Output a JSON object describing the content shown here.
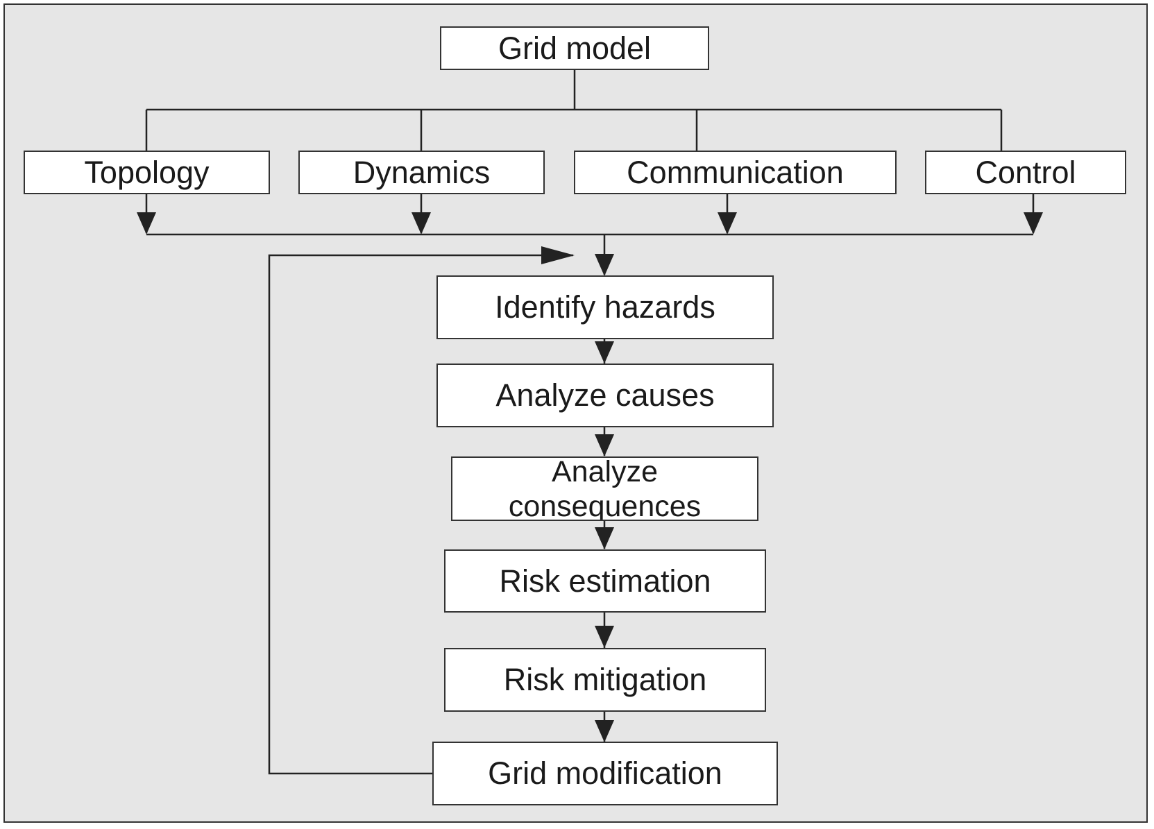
{
  "diagram": {
    "root": {
      "label": "Grid model"
    },
    "inputs": [
      {
        "id": "topology",
        "label": "Topology"
      },
      {
        "id": "dynamics",
        "label": "Dynamics"
      },
      {
        "id": "communication",
        "label": "Communication"
      },
      {
        "id": "control",
        "label": "Control"
      }
    ],
    "steps": [
      {
        "id": "identify-hazards",
        "label": "Identify hazards"
      },
      {
        "id": "analyze-causes",
        "label": "Analyze causes"
      },
      {
        "id": "analyze-consequences",
        "label_line1": "Analyze",
        "label_line2": "consequences"
      },
      {
        "id": "risk-estimation",
        "label": "Risk estimation"
      },
      {
        "id": "risk-mitigation",
        "label": "Risk mitigation"
      },
      {
        "id": "grid-modification",
        "label": "Grid modification"
      }
    ],
    "edges": [
      {
        "from": "Grid model",
        "to": "Topology"
      },
      {
        "from": "Grid model",
        "to": "Dynamics"
      },
      {
        "from": "Grid model",
        "to": "Communication"
      },
      {
        "from": "Grid model",
        "to": "Control"
      },
      {
        "from": "Topology",
        "to": "Identify hazards"
      },
      {
        "from": "Dynamics",
        "to": "Identify hazards"
      },
      {
        "from": "Communication",
        "to": "Identify hazards"
      },
      {
        "from": "Control",
        "to": "Identify hazards"
      },
      {
        "from": "Identify hazards",
        "to": "Analyze causes"
      },
      {
        "from": "Analyze causes",
        "to": "Analyze consequences"
      },
      {
        "from": "Analyze consequences",
        "to": "Risk estimation"
      },
      {
        "from": "Risk estimation",
        "to": "Risk mitigation"
      },
      {
        "from": "Risk mitigation",
        "to": "Grid modification"
      },
      {
        "from": "Grid modification",
        "to": "Identify hazards",
        "kind": "feedback"
      }
    ]
  },
  "colors": {
    "background": "#e6e6e6",
    "box_fill": "#ffffff",
    "line": "#222222",
    "text": "#1a1a1a"
  }
}
